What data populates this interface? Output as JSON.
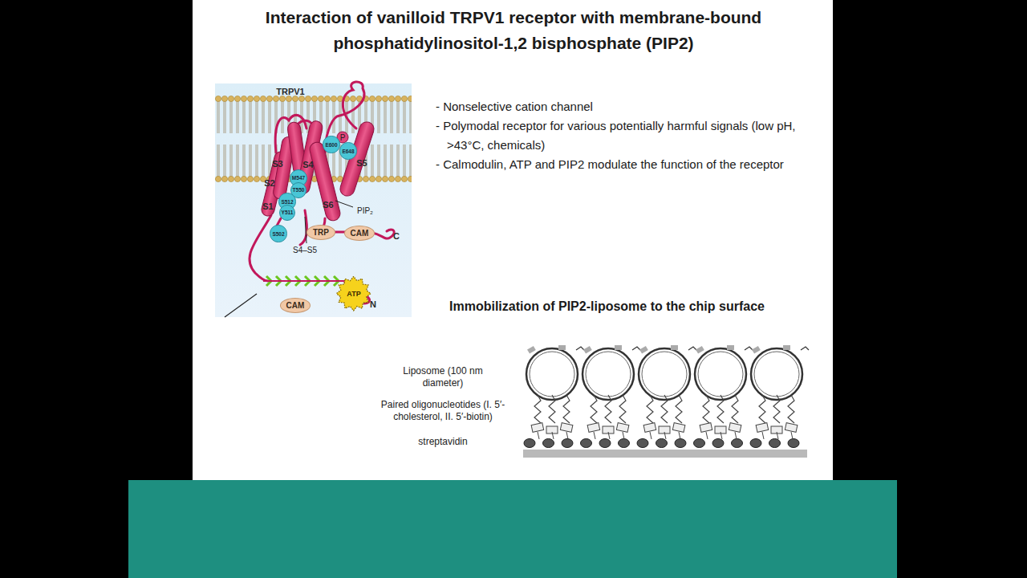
{
  "diagram": {
    "title": "Interaction of vanilloid TRPV1 receptor with membrane-bound phosphatidylinositol-1,2 bisphosphate (PIP2)",
    "nodes": [
      {
        "text": [
          "E600"
        ]
      },
      {
        "text": [
          "E648"
        ]
      },
      {
        "text": [
          "M547"
        ]
      },
      {
        "text": [
          "T550"
        ]
      },
      {
        "text": [
          "S512"
        ]
      },
      {
        "text": [
          "Y511"
        ]
      },
      {
        "text": [
          "S502"
        ]
      },
      {
        "text": [
          "TRP"
        ]
      },
      {
        "text": [
          "CAM"
        ]
      },
      {
        "text": [
          "ATP"
        ]
      },
      {
        "text": [
          "CAM"
        ]
      }
    ],
    "labels": [
      "- Nonselective cation channel",
      "-  Polymodal receptor for various potentially harmful signals (low pH, >43°C, chemicals)",
      "- Calmodulin, ATP and PIP2 modulate the function of the receptor",
      "Immobilization of  PIP2-liposome to the chip surface",
      "Liposome (100 nm diameter)",
      "Paired oligonucleotides (I. 5′- cholesterol, II. 5′-biotin)",
      "streptavidin",
      "TRPV1",
      "S1",
      "S2",
      "S3",
      "S4",
      "S5",
      "S6",
      "P",
      "PIP₂",
      "S4–S5",
      "C",
      "N"
    ]
  }
}
